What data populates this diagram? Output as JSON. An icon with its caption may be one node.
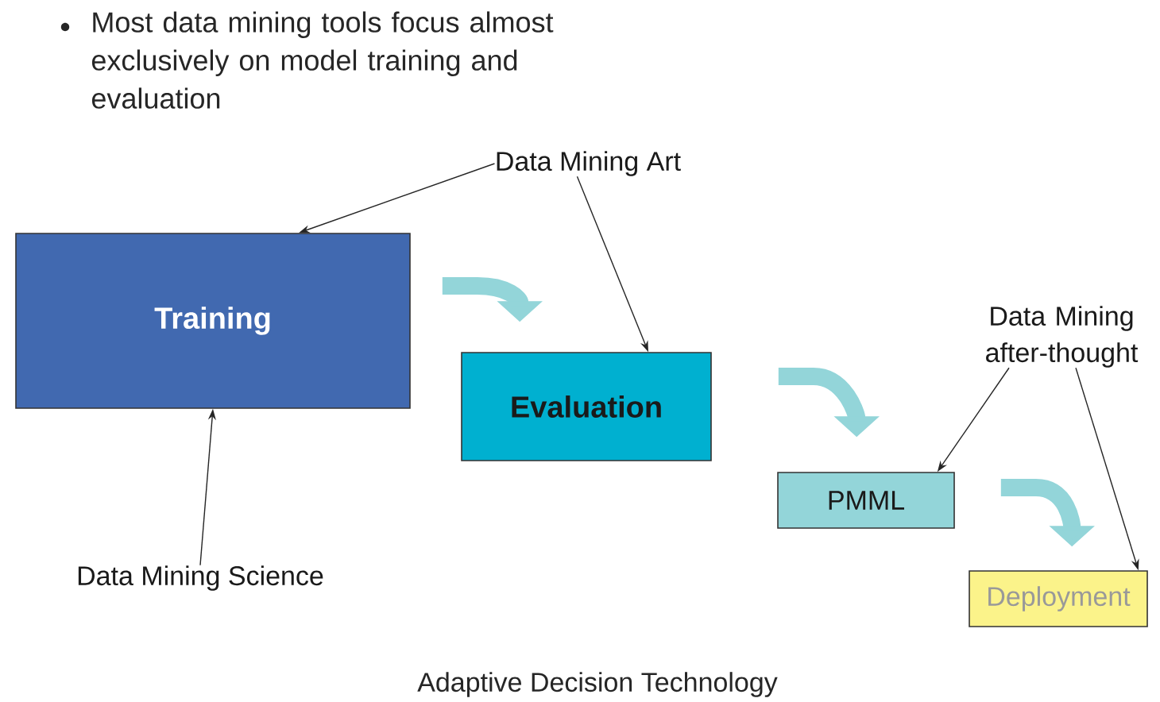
{
  "diagram": {
    "caption": "Adaptive Decision Technology",
    "nodes": [
      {
        "text": [
          "Training"
        ]
      },
      {
        "text": [
          "Evaluation"
        ]
      },
      {
        "text": [
          "PMML"
        ]
      },
      {
        "text": [
          "Deployment"
        ]
      },
      {
        "text": [
          "Data Mining Art"
        ]
      },
      {
        "text": [
          "Data Mining after-thought"
        ]
      },
      {
        "text": [
          "Data Mining Science"
        ]
      }
    ],
    "edges": [
      {
        "from": 0,
        "to": 1,
        "arrow": "to",
        "style": "thick",
        "color": "#93d5d9"
      },
      {
        "from": 1,
        "to": 2,
        "arrow": "to",
        "style": "thick",
        "color": "#93d5d9"
      },
      {
        "from": 2,
        "to": 3,
        "arrow": "to",
        "style": "thick",
        "color": "#93d5d9"
      },
      {
        "from": 4,
        "to": 0,
        "arrow": "to"
      },
      {
        "from": 4,
        "to": 1,
        "arrow": "to"
      },
      {
        "from": 5,
        "to": 2,
        "arrow": "to"
      },
      {
        "from": 5,
        "to": 3,
        "arrow": "to"
      },
      {
        "from": 6,
        "to": 0,
        "arrow": "to"
      }
    ],
    "labels": [
      "Most data mining tools focus almost exclusively on model training and evaluation"
    ]
  }
}
